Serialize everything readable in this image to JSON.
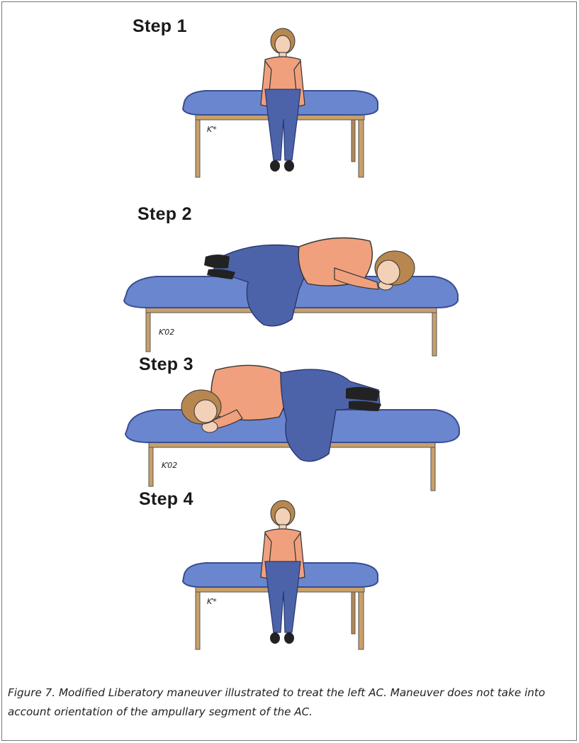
{
  "steps": [
    {
      "label": "Step 1"
    },
    {
      "label": "Step 2"
    },
    {
      "label": "Step 3"
    },
    {
      "label": "Step 4"
    }
  ],
  "caption": "Figure 7.  Modified Liberatory maneuver illustrated to treat the left AC. Maneuver does not take into account orientation of the ampullary segment of the AC.",
  "colors": {
    "table_top": "#6a86cf",
    "table_edge": "#3a4d92",
    "table_wood": "#c9a06a",
    "shirt": "#f0a07c",
    "pants": "#4c63a9",
    "hair": "#b88750",
    "skin": "#f3d1b6"
  }
}
